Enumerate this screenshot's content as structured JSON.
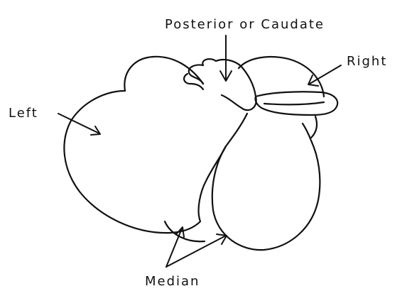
{
  "labels": {
    "posterior": "Posterior or Caudate",
    "right": "Right",
    "left": "Left",
    "median": "Median"
  },
  "colors": {
    "line": "#111111",
    "background": "#ffffff"
  }
}
